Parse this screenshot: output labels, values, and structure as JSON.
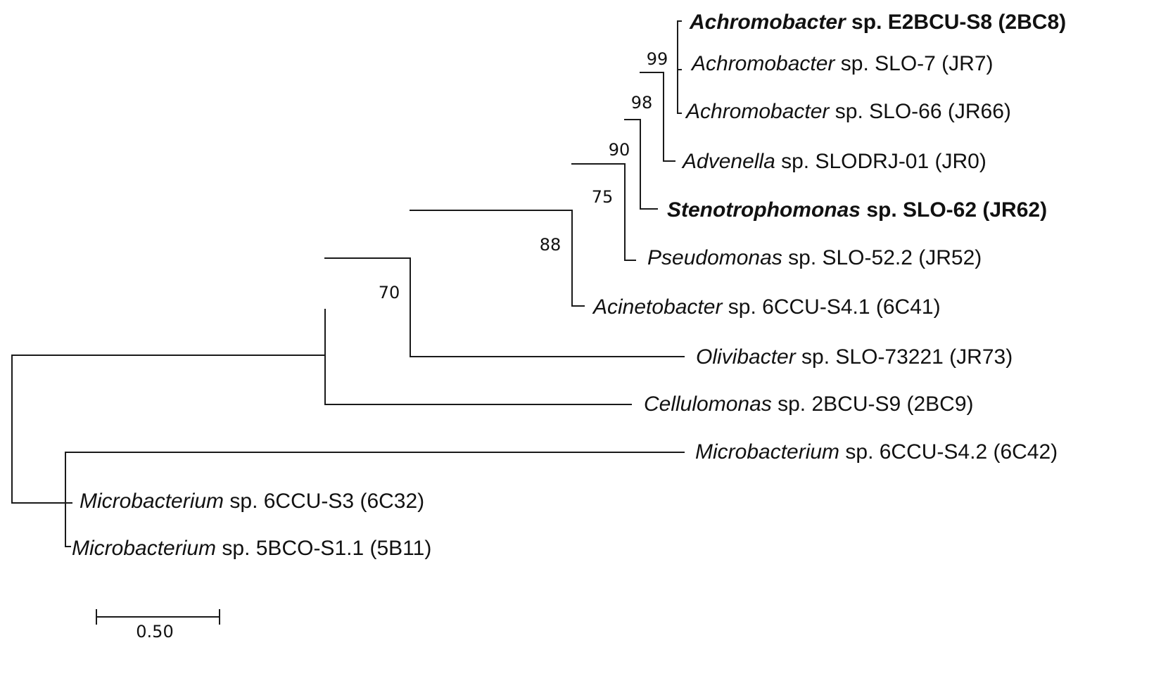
{
  "taxa": [
    {
      "id": "t1",
      "genus": "Achromobacter",
      "rest": " sp. E2BCU-S8 (2BC8)",
      "bold": true
    },
    {
      "id": "t2",
      "genus": "Achromobacter",
      "rest": " sp. SLO-7 (JR7)",
      "bold": false
    },
    {
      "id": "t3",
      "genus": "Achromobacter",
      "rest": " sp. SLO-66  (JR66)",
      "bold": false
    },
    {
      "id": "t4",
      "genus": "Advenella",
      "rest": " sp. SLODRJ-01  (JR0)",
      "bold": false
    },
    {
      "id": "t5",
      "genus": "Stenotrophomonas",
      "rest": " sp. SLO-62 (JR62)",
      "bold": true
    },
    {
      "id": "t6",
      "genus": "Pseudomonas",
      "rest": " sp. SLO-52.2  (JR52)",
      "bold": false
    },
    {
      "id": "t7",
      "genus": "Acinetobacter",
      "rest": " sp. 6CCU-S4.1  (6C41)",
      "bold": false
    },
    {
      "id": "t8",
      "genus": "Olivibacter",
      "rest": " sp. SLO-73221 (JR73)",
      "bold": false
    },
    {
      "id": "t9",
      "genus": "Cellulomonas",
      "rest": " sp. 2BCU-S9  (2BC9)",
      "bold": false
    },
    {
      "id": "t10",
      "genus": "Microbacterium",
      "rest": " sp. 6CCU-S4.2 (6C42)",
      "bold": false
    },
    {
      "id": "t11",
      "genus": "Microbacterium",
      "rest": " sp. 6CCU-S3 (6C32)",
      "bold": false
    },
    {
      "id": "t12",
      "genus": "Microbacterium",
      "rest": " sp. 5BCO-S1.1 (5B11)",
      "bold": false
    }
  ],
  "bootstrap": [
    {
      "node": "n99",
      "value": "99"
    },
    {
      "node": "n98",
      "value": "98"
    },
    {
      "node": "n90",
      "value": "90"
    },
    {
      "node": "n75",
      "value": "75"
    },
    {
      "node": "n88",
      "value": "88"
    },
    {
      "node": "n70",
      "value": "70"
    }
  ],
  "scale_bar": {
    "label": "0.50",
    "length": 0.5
  }
}
